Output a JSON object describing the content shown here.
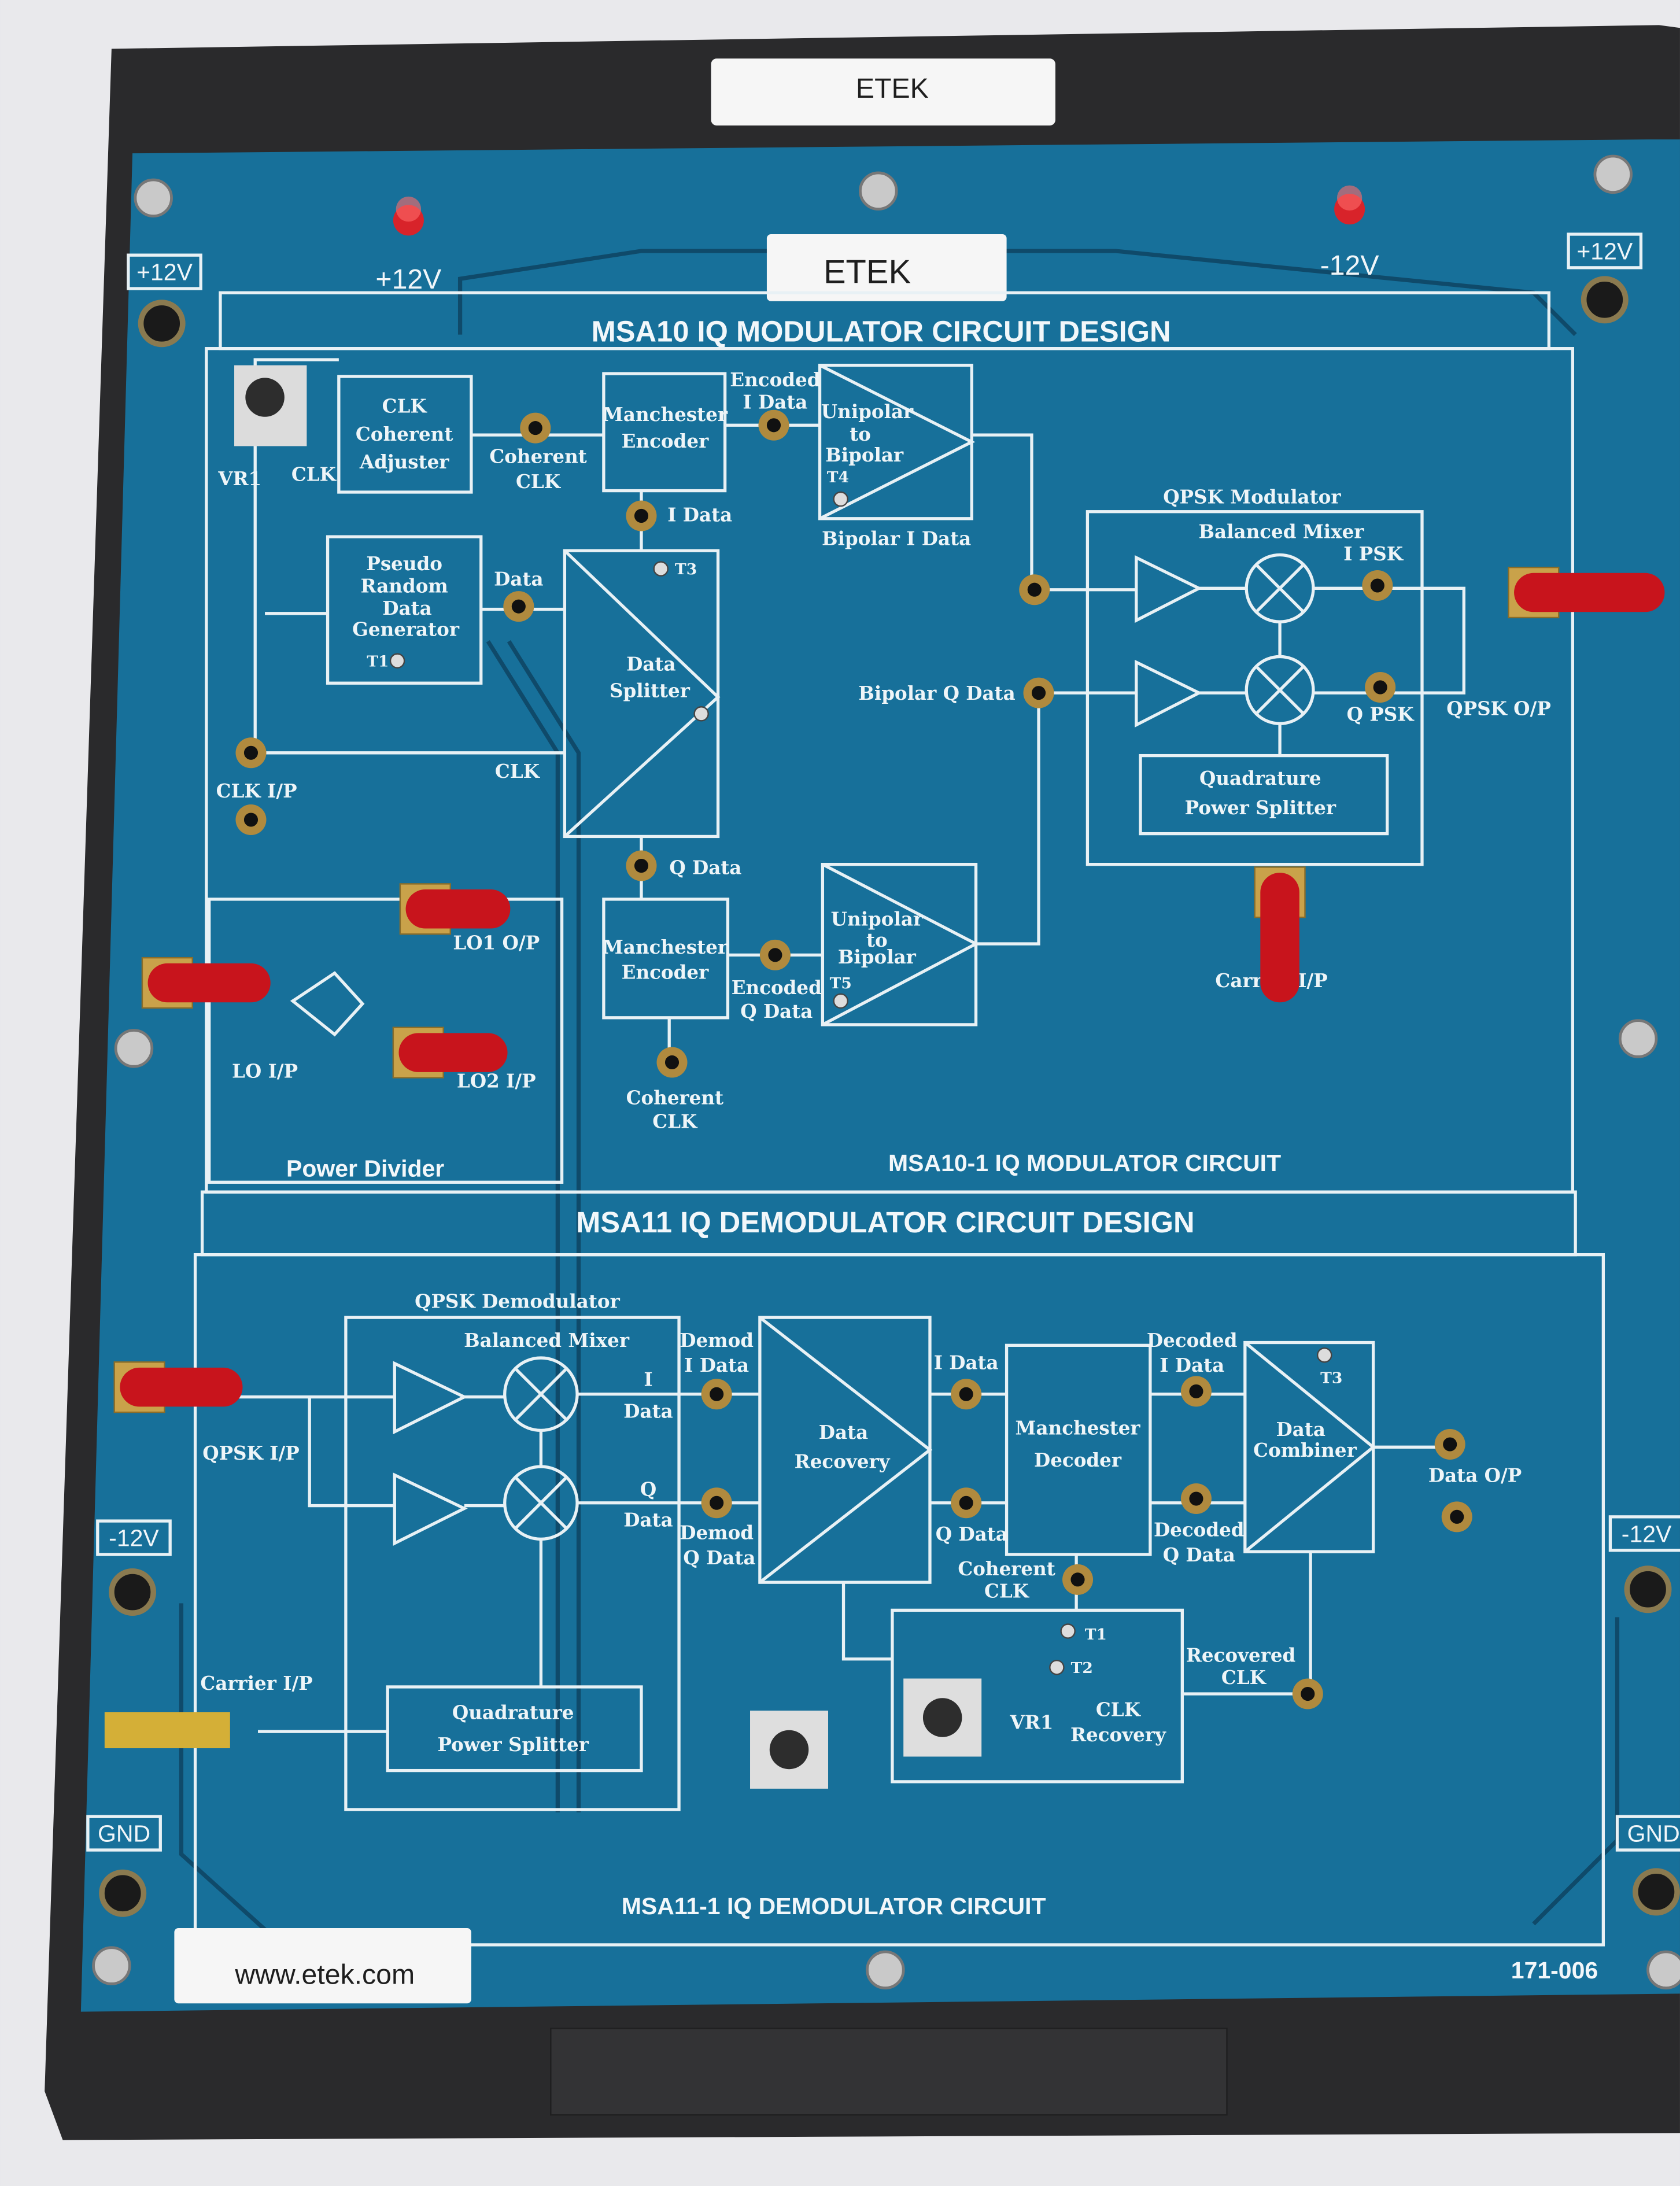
{
  "colors": {
    "board": "#17709a",
    "case": "#2a2a2c",
    "silkscreen": "#eef5f8",
    "led": "#d8232a",
    "connector_cap": "#c8141c",
    "jack_ring": "#b08a3e"
  },
  "case_label": "ETEK",
  "board_label": "ETEK",
  "website": "www.etek.com",
  "part_number": "171-006",
  "power": {
    "led_plus": "+12V",
    "led_minus": "-12V",
    "rail_left_top": "+12V",
    "rail_right_top": "+12V",
    "rail_left_mid": "-12V",
    "rail_right_mid": "-12V",
    "rail_left_gnd": "GND",
    "rail_right_gnd": "GND"
  },
  "modulator": {
    "title": "MSA10  IQ MODULATOR CIRCUIT DESIGN",
    "subtitle": "MSA10-1  IQ MODULATOR CIRCUIT",
    "vr1": "VR1",
    "clk": "CLK",
    "clk_adjuster": [
      "CLK",
      "Coherent",
      "Adjuster"
    ],
    "coherent_clk": [
      "Coherent",
      "CLK"
    ],
    "manchester_i": [
      "Manchester",
      "Encoder"
    ],
    "encoded_i": [
      "Encoded",
      "I Data"
    ],
    "unipolar_i": [
      "Unipolar",
      "to",
      "Bipolar"
    ],
    "t4": "T4",
    "i_data": "I Data",
    "bipolar_i": "Bipolar I Data",
    "prdg": [
      "Pseudo",
      "Random",
      "Data",
      "Generator"
    ],
    "t1": "T1",
    "data": "Data",
    "splitter": [
      "Data",
      "Splitter"
    ],
    "t3": "T3",
    "clk2": "CLK",
    "clk_ip": "CLK I/P",
    "q_data": "Q Data",
    "manchester_q": [
      "Manchester",
      "Encoder"
    ],
    "encoded_q": [
      "Encoded",
      "Q Data"
    ],
    "unipolar_q": [
      "Unipolar",
      "to",
      "Bipolar"
    ],
    "t5": "T5",
    "coherent_clk2": [
      "Coherent",
      "CLK"
    ],
    "bipolar_q": "Bipolar Q Data",
    "qpsk_mod": "QPSK Modulator",
    "balanced_mixer": "Balanced Mixer",
    "i_psk": "I PSK",
    "q_psk": "Q PSK",
    "qpsk_op": "QPSK O/P",
    "quad_splitter": [
      "Quadrature",
      "Power Splitter"
    ],
    "carrier_ip": "Carrier I/P",
    "lo1_op": "LO1 O/P",
    "lo_ip": "LO I/P",
    "lo2_ip": "LO2 I/P",
    "power_divider": "Power Divider"
  },
  "demodulator": {
    "title": "MSA11  IQ DEMODULATOR CIRCUIT DESIGN",
    "subtitle": "MSA11-1  IQ DEMODULATOR CIRCUIT",
    "qpsk_demod": "QPSK Demodulator",
    "balanced_mixer": "Balanced Mixer",
    "i_data": [
      "I",
      "Data"
    ],
    "q_data": [
      "Q",
      "Data"
    ],
    "qpsk_ip": "QPSK I/P",
    "demod_i": [
      "Demod",
      "I Data"
    ],
    "demod_q": [
      "Demod",
      "Q Data"
    ],
    "data_recovery": [
      "Data",
      "Recovery"
    ],
    "i_data2": "I Data",
    "q_data2": "Q Data",
    "manchester": [
      "Manchester",
      "Decoder"
    ],
    "decoded_i": [
      "Decoded",
      "I Data"
    ],
    "decoded_q": [
      "Decoded",
      "Q Data"
    ],
    "combiner": [
      "Data",
      "Combiner"
    ],
    "t3": "T3",
    "data_op": "Data O/P",
    "coherent_clk": [
      "Coherent",
      "CLK"
    ],
    "clk_recovery": [
      "CLK",
      "Recovery"
    ],
    "t1": "T1",
    "t2": "T2",
    "vr1": "VR1",
    "recovered_clk": [
      "Recovered",
      "CLK"
    ],
    "quad_splitter": [
      "Quadrature",
      "Power Splitter"
    ],
    "carrier_ip": "Carrier I/P"
  }
}
